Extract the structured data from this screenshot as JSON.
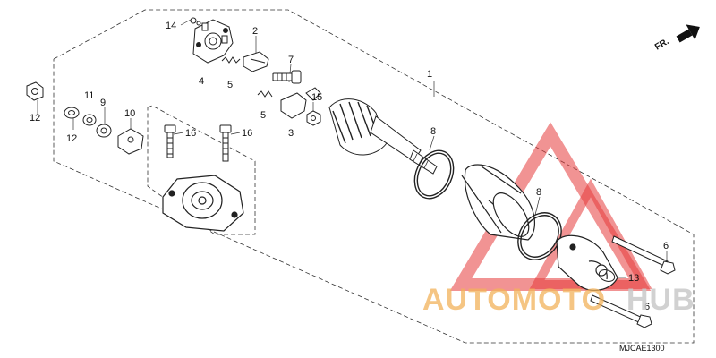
{
  "diagram": {
    "direction_label": "FR.",
    "diagram_code": "MJCAE1300",
    "callouts": [
      {
        "id": "c1",
        "text": "1"
      },
      {
        "id": "c2",
        "text": "2"
      },
      {
        "id": "c3",
        "text": "3"
      },
      {
        "id": "c4",
        "text": "4"
      },
      {
        "id": "c5a",
        "text": "5"
      },
      {
        "id": "c5b",
        "text": "5"
      },
      {
        "id": "c6a",
        "text": "6"
      },
      {
        "id": "c6b",
        "text": "6"
      },
      {
        "id": "c7",
        "text": "7"
      },
      {
        "id": "c8a",
        "text": "8"
      },
      {
        "id": "c8b",
        "text": "8"
      },
      {
        "id": "c9",
        "text": "9"
      },
      {
        "id": "c10",
        "text": "10"
      },
      {
        "id": "c11",
        "text": "11"
      },
      {
        "id": "c12a",
        "text": "12"
      },
      {
        "id": "c12b",
        "text": "12"
      },
      {
        "id": "c13",
        "text": "13"
      },
      {
        "id": "c14",
        "text": "14"
      },
      {
        "id": "c15",
        "text": "15"
      },
      {
        "id": "c16a",
        "text": "16"
      },
      {
        "id": "c16b",
        "text": "16"
      }
    ]
  },
  "watermark": {
    "part_a": "AUTOMOTO",
    "part_b": "HUB",
    "colors": {
      "accent": "#e63a3a",
      "gold": "#f2b15a",
      "grey": "#c9c9c9"
    }
  }
}
